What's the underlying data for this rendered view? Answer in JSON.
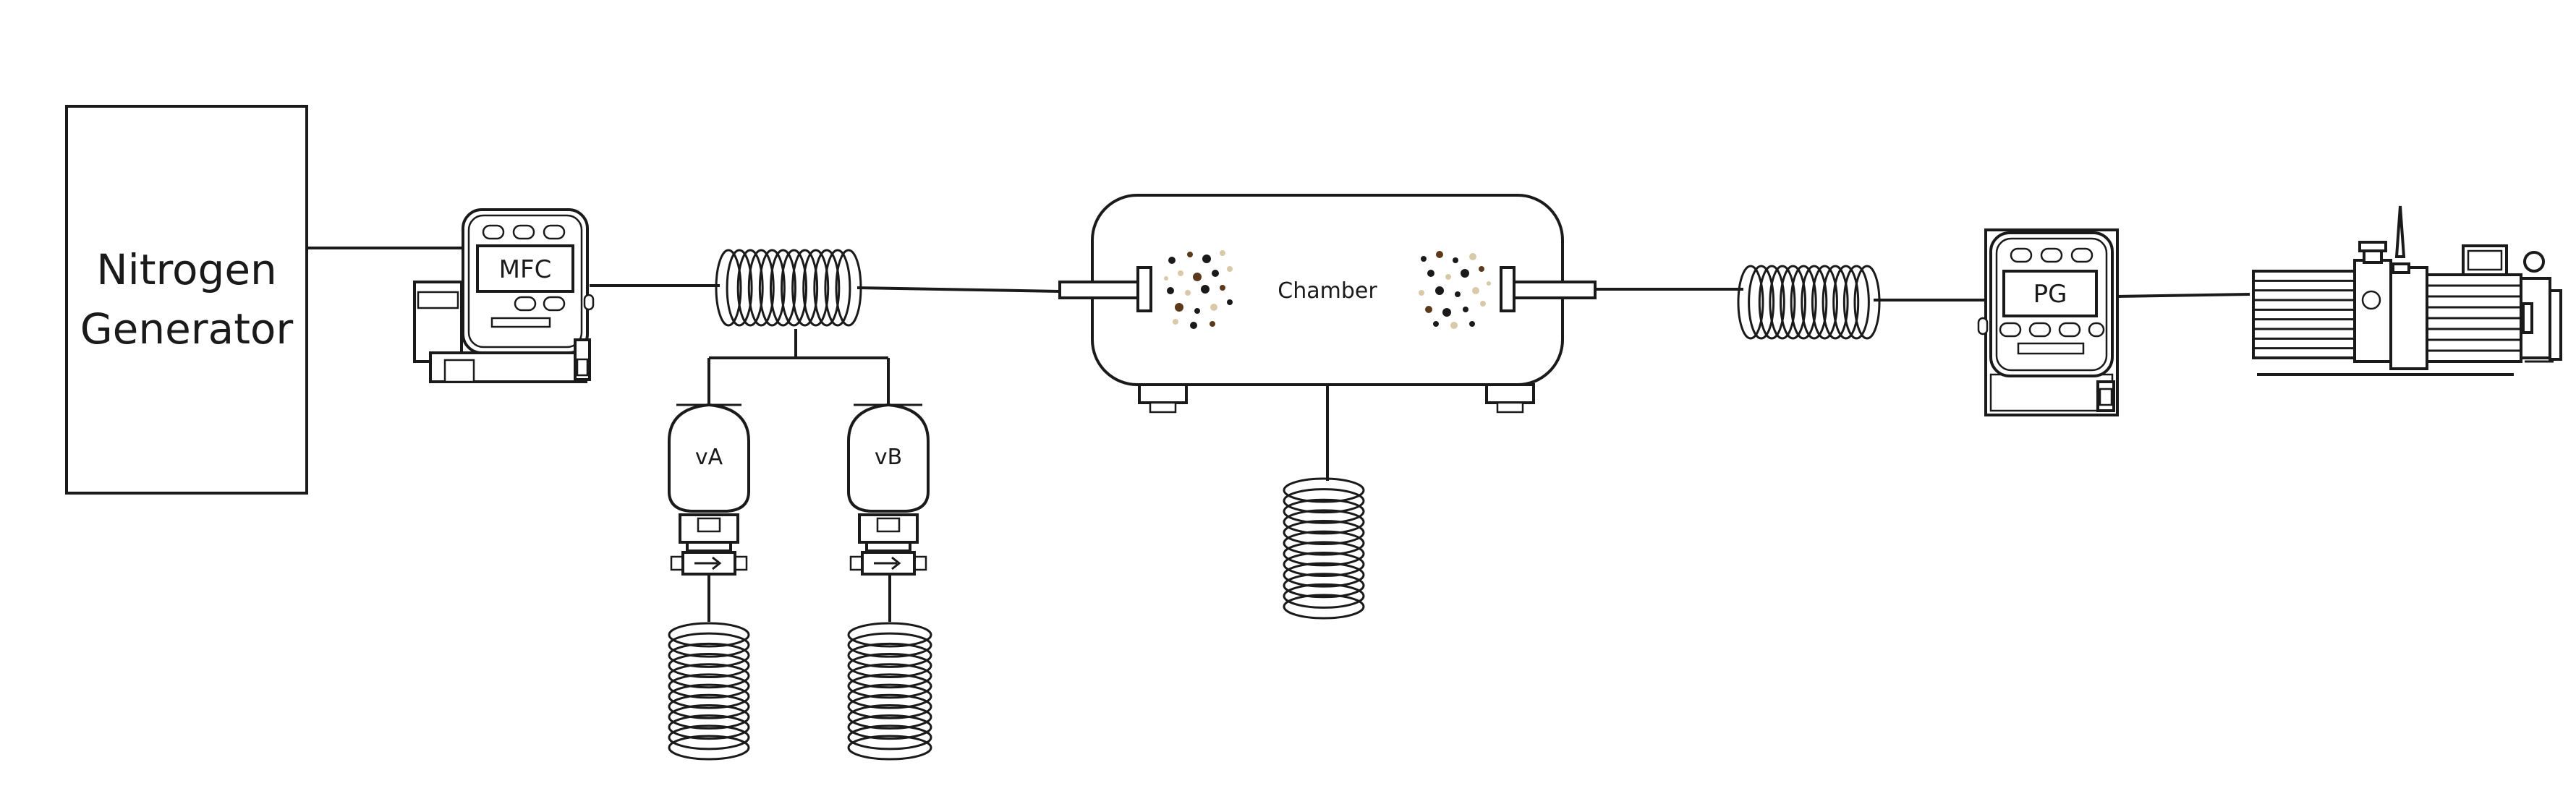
{
  "labels": {
    "nitrogen_line1": "Nitrogen",
    "nitrogen_line2": "Generator",
    "mfc": "MFC",
    "vial_a": "vA",
    "vial_b": "vB",
    "chamber": "Chamber",
    "pressure_gauge": "PG"
  },
  "colors": {
    "line": "#1a1a1a",
    "particle_dark": "#1a1a1a",
    "particle_brown": "#5a3a1a",
    "particle_light": "#d9c9a8"
  }
}
